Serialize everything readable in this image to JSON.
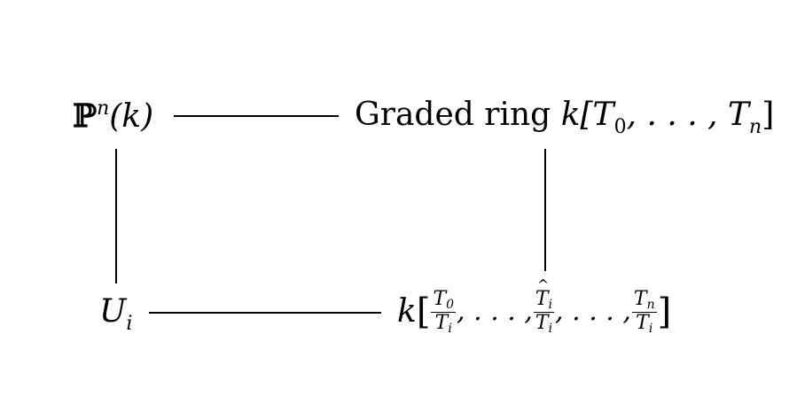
{
  "diagram": {
    "nodes": {
      "top_left": {
        "symbol": "ℙ",
        "sup": "n",
        "arg": "(k)"
      },
      "top_right": {
        "text": "Graded ring",
        "ring": "k[T",
        "sub0": "0",
        "dots": ", . . . , T",
        "subn": "n",
        "close": "]"
      },
      "bottom_left": {
        "base": "U",
        "sub": "i"
      },
      "bottom_right": {
        "k": "k",
        "open": "[",
        "f1_num": "T",
        "f1_num_sub": "0",
        "f1_den": "T",
        "f1_den_sub": "i",
        "dots1": ", . . . ,",
        "f2_num": "T",
        "f2_num_sub": "i",
        "f2_den": "T",
        "f2_den_sub": "i",
        "dots2": ", . . . ,",
        "f3_num": "T",
        "f3_num_sub": "n",
        "f3_den": "T",
        "f3_den_sub": "i",
        "close": "]"
      }
    }
  }
}
